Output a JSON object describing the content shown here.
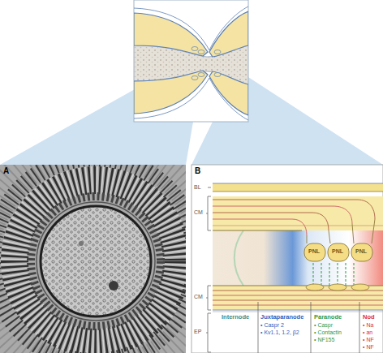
{
  "diagram": {
    "labels": [
      "A",
      "B",
      "BL",
      "CM",
      "CM",
      "EP",
      "PNL",
      "PNL",
      "PNL",
      "Internode",
      "Juxtaparanode",
      "• Caspr 2",
      "• Kv1.1, 1.2, β2",
      "Paranode",
      "• Caspr",
      "• Contactin",
      "• NF155",
      "Nod",
      "• Na",
      "• an",
      "• NF",
      "• NF"
    ]
  }
}
